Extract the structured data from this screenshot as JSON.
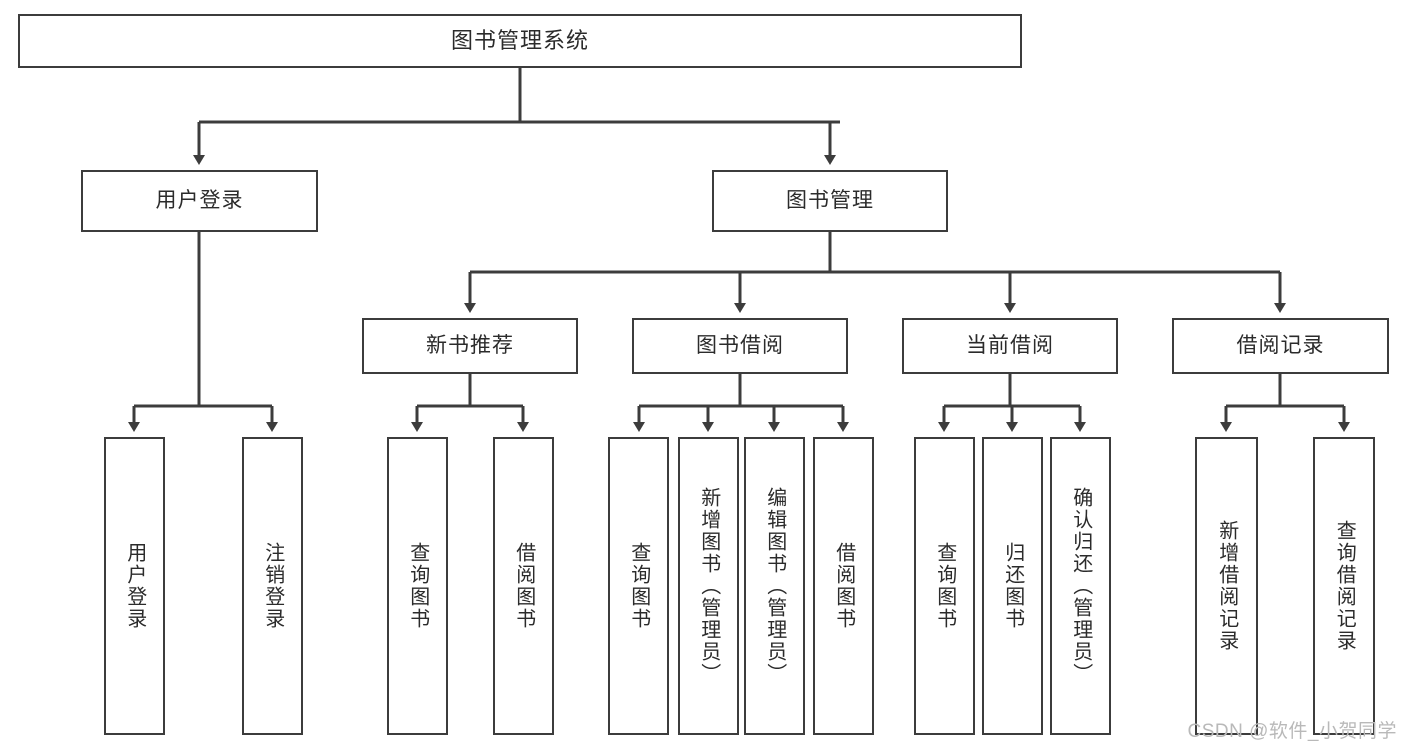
{
  "diagram": {
    "type": "tree",
    "title": "图书管理系统",
    "orientation": "top-down",
    "colors": {
      "background": "#ffffff",
      "node_fill": "#ffffff",
      "node_border": "#3c3c3c",
      "connector": "#3c3c3c",
      "text": "#2b2b2b",
      "watermark": "#b9b9b9"
    },
    "root": {
      "label": "图书管理系统"
    },
    "level2": [
      {
        "label": "用户登录"
      },
      {
        "label": "图书管理"
      }
    ],
    "level3": [
      {
        "label": "新书推荐"
      },
      {
        "label": "图书借阅"
      },
      {
        "label": "当前借阅"
      },
      {
        "label": "借阅记录"
      }
    ],
    "leaves": {
      "user_login": [
        {
          "label": "用户登录"
        },
        {
          "label": "注销登录"
        }
      ],
      "new_book_recommend": [
        {
          "label": "查询图书"
        },
        {
          "label": "借阅图书"
        }
      ],
      "book_borrow": [
        {
          "label": "查询图书"
        },
        {
          "label": "新增图书（管理员）"
        },
        {
          "label": "编辑图书（管理员）"
        },
        {
          "label": "借阅图书"
        }
      ],
      "current_borrow": [
        {
          "label": "查询图书"
        },
        {
          "label": "归还图书"
        },
        {
          "label": "确认归还（管理员）"
        }
      ],
      "borrow_records": [
        {
          "label": "新增借阅记录"
        },
        {
          "label": "查询借阅记录"
        }
      ]
    }
  },
  "watermark": {
    "text": "CSDN @软件_小贺同学"
  }
}
